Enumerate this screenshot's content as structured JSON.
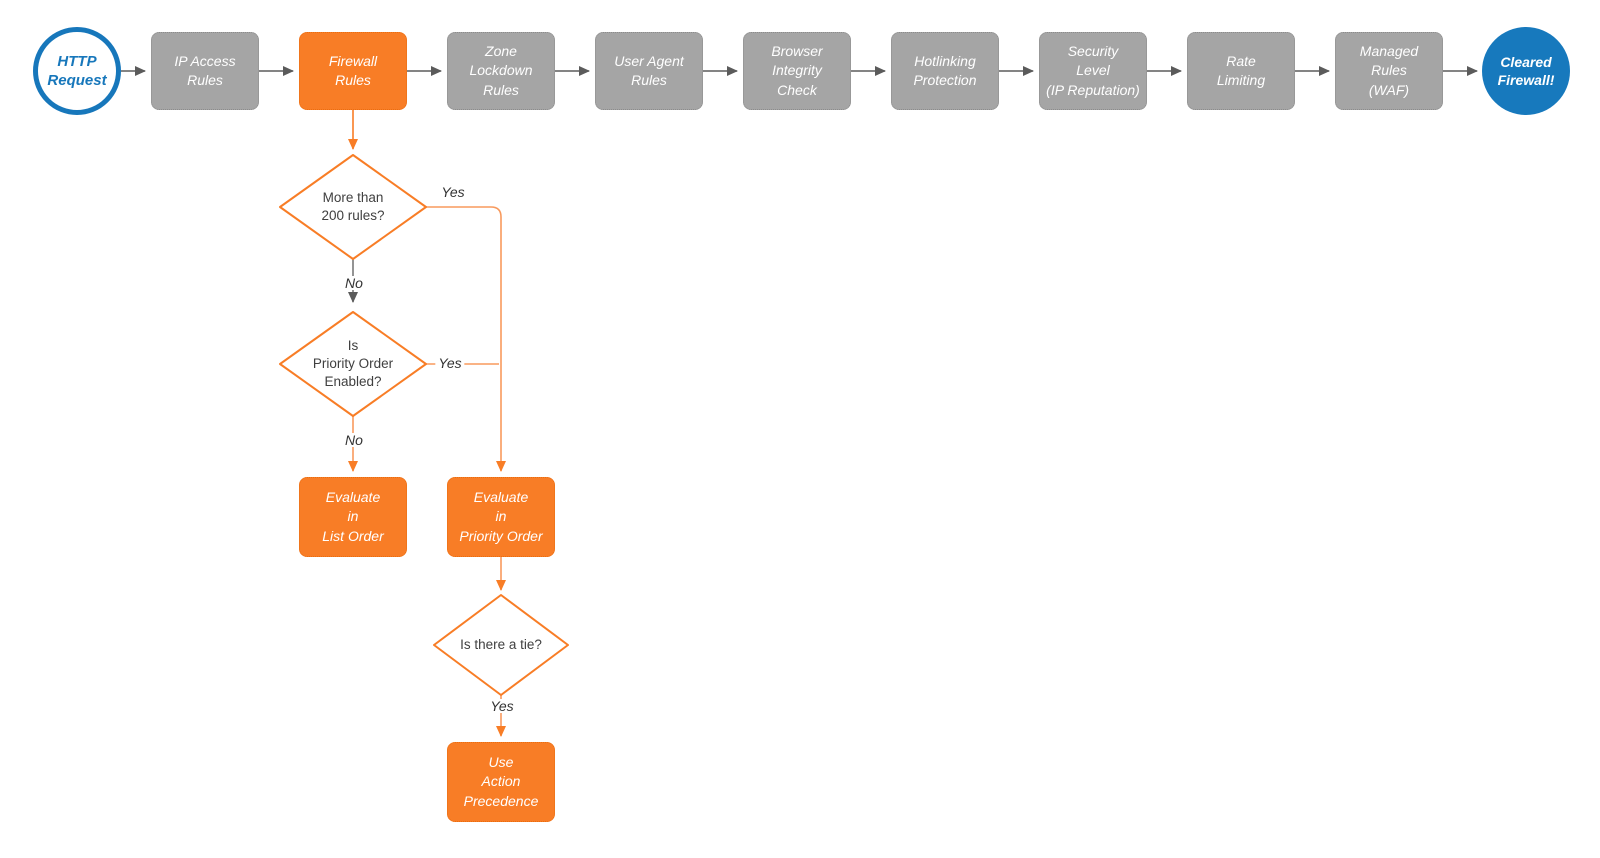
{
  "colors": {
    "accent_orange": "#f87d26",
    "node_gray": "#a5a5a5",
    "brand_blue": "#1777bb",
    "wire_gray": "#5b5b5b",
    "diamond_text": "#404040"
  },
  "start_node": {
    "label": "HTTP\nRequest"
  },
  "end_node": {
    "label": "Cleared\nFirewall!"
  },
  "pipeline": [
    {
      "label": "IP Access\nRules",
      "variant": "gray"
    },
    {
      "label": "Firewall\nRules",
      "variant": "orange"
    },
    {
      "label": "Zone\nLockdown\nRules",
      "variant": "gray"
    },
    {
      "label": "User Agent\nRules",
      "variant": "gray"
    },
    {
      "label": "Browser\nIntegrity\nCheck",
      "variant": "gray"
    },
    {
      "label": "Hotlinking\nProtection",
      "variant": "gray"
    },
    {
      "label": "Security\nLevel\n(IP Reputation)",
      "variant": "gray"
    },
    {
      "label": "Rate\nLimiting",
      "variant": "gray"
    },
    {
      "label": "Managed\nRules\n(WAF)",
      "variant": "gray"
    }
  ],
  "decisions": {
    "more_than_200": {
      "label": "More than\n200 rules?",
      "yes": "Yes",
      "no": "No"
    },
    "priority_enabled": {
      "label": "Is\nPriority Order\nEnabled?",
      "yes": "Yes",
      "no": "No"
    },
    "tie": {
      "label": "Is there a tie?",
      "yes": "Yes"
    }
  },
  "actions": {
    "list_order": {
      "label": "Evaluate\nin\nList Order"
    },
    "priority_order": {
      "label": "Evaluate\nin\nPriority Order"
    },
    "action_precedence": {
      "label": "Use\nAction\nPrecedence"
    }
  }
}
